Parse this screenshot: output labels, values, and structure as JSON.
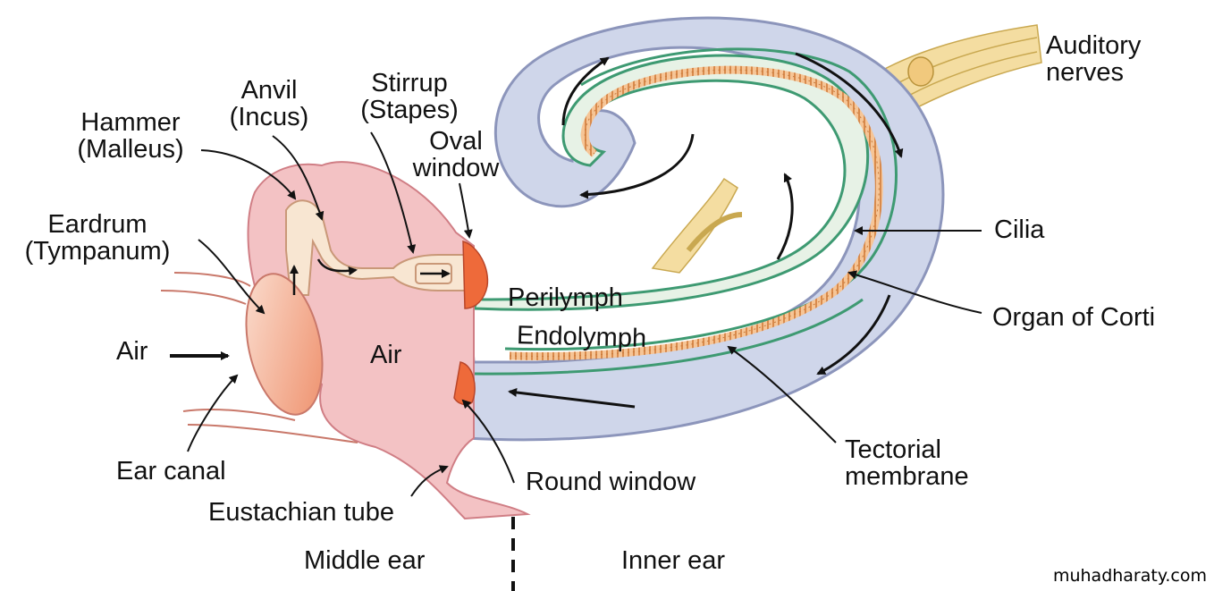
{
  "labels": {
    "hammer": [
      "Hammer",
      "(Malleus)"
    ],
    "anvil": [
      "Anvil",
      "(Incus)"
    ],
    "stirrup": [
      "Stirrup",
      "(Stapes)"
    ],
    "oval_window": [
      "Oval",
      "window"
    ],
    "eardrum": [
      "Eardrum",
      "(Tympanum)"
    ],
    "air_outer": "Air",
    "air_middle": "Air",
    "perilymph": "Perilymph",
    "endolymph": "Endolymph",
    "auditory_nerves": [
      "Auditory",
      "nerves"
    ],
    "cilia": "Cilia",
    "organ_of_corti": "Organ of Corti",
    "tectorial_membrane": [
      "Tectorial",
      "membrane"
    ],
    "round_window": "Round window",
    "ear_canal": "Ear canal",
    "eustachian_tube": "Eustachian tube",
    "middle_ear": "Middle ear",
    "inner_ear": "Inner ear"
  },
  "watermark": "muhadharaty.com",
  "colors": {
    "middle_ear_fill": "#f3c2c4",
    "bone_fill": "#f8e6d2",
    "window_fill": "#ee6a3a",
    "cochlea_fill": "#cfd6ea",
    "cochlea_edge": "#8c95bb",
    "duct_fill": "#e7f2e6",
    "membrane_green": "#3e9a72",
    "cilia_fill": "#f3b380",
    "nerve_fill": "#f4dda1",
    "eardrum_fill": "#f09b79"
  }
}
